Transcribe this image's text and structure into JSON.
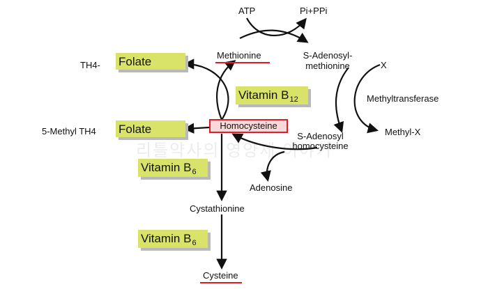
{
  "watermark": "리틀약사의 영양제 이야기",
  "nodes": {
    "atp": "ATP",
    "pi_ppi": "Pi+PPi",
    "methionine": "Methionine",
    "sam_line1": "S-Adenosyl-",
    "sam_line2": "methionine",
    "x": "X",
    "methyltransferase": "Methyltransferase",
    "methyl_x": "Methyl-X",
    "sah_line1": "S-Adenosyl",
    "sah_line2": "homocysteine",
    "homocysteine": "Homocysteine",
    "adenosine": "Adenosine",
    "cystathionine": "Cystathionine",
    "cysteine": "Cysteine",
    "th4": "TH4-",
    "methyl_th4": "5-Methyl TH4"
  },
  "boxes": {
    "folate_top": "Folate",
    "folate_bottom": "Folate",
    "b12_main": "Vitamin B",
    "b12_sub": "12",
    "b6a_main": "Vitamin B",
    "b6a_sub": "6",
    "b6b_main": "Vitamin B",
    "b6b_sub": "6"
  },
  "colors": {
    "box_fill": "#d9e36a",
    "highlight_red": "#e11c2a",
    "homocysteine_fill": "#fbd7d7"
  }
}
